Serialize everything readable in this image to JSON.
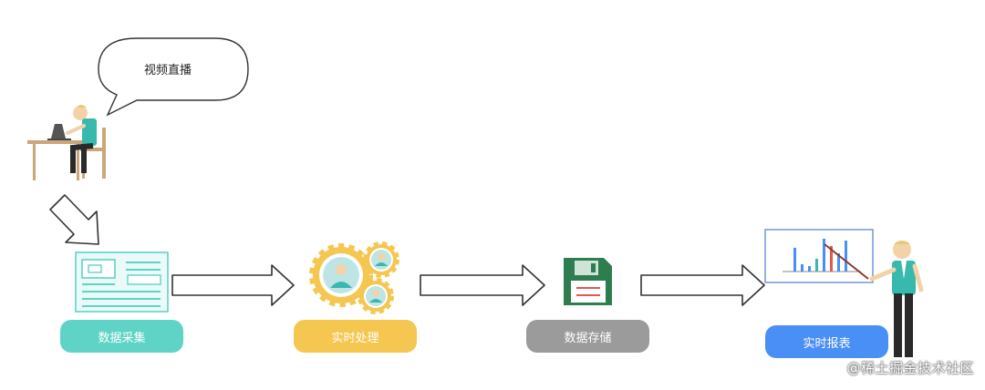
{
  "bubble": {
    "text": "视频直播"
  },
  "stages": [
    {
      "label": "数据采集",
      "color": "#5fd3c6"
    },
    {
      "label": "实时处理",
      "color": "#f5c650"
    },
    {
      "label": "数据存储",
      "color": "#9b9b9b"
    },
    {
      "label": "实时报表",
      "color": "#4a8ff5"
    }
  ],
  "watermark": "@稀土掘金技术社区"
}
